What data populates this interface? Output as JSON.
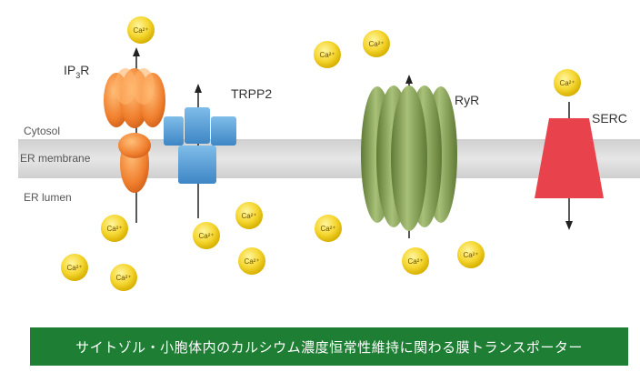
{
  "regions": {
    "cytosol": "Cytosol",
    "er_membrane": "ER membrane",
    "er_lumen": "ER lumen"
  },
  "transporters": {
    "ip3r": {
      "prefix": "IP",
      "sub": "3",
      "suffix": "R"
    },
    "trpp2": "TRPP2",
    "ryr": "RyR",
    "serca": "SERC"
  },
  "ion_label": "Ca²⁺",
  "caption": "サイトゾル・小胞体内のカルシウム濃度恒常性維持に関わる膜トランスポーター",
  "colors": {
    "ip3r": "#f07f2e",
    "trpp2": "#4a9ad6",
    "ryr": "#7d9a4a",
    "serca": "#e8424c",
    "calcium": "#f5d630",
    "membrane": "#dcdcdc",
    "caption_bg": "#1e7e33"
  }
}
